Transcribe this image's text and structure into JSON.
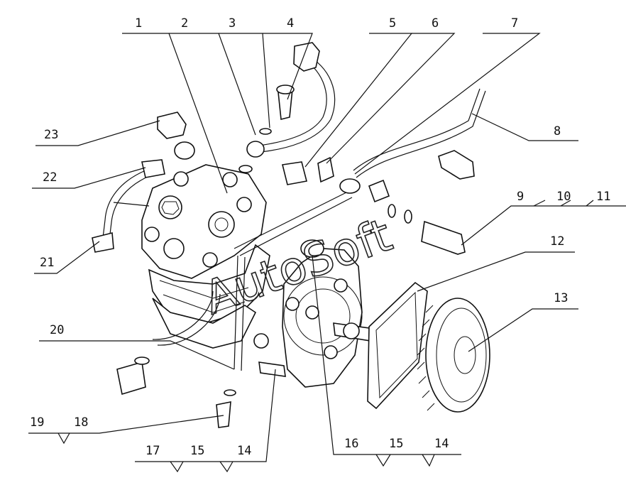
{
  "callouts": [
    {
      "id": "c1",
      "label": "1"
    },
    {
      "id": "c2",
      "label": "2"
    },
    {
      "id": "c3",
      "label": "3"
    },
    {
      "id": "c4",
      "label": "4"
    },
    {
      "id": "c5",
      "label": "5"
    },
    {
      "id": "c6",
      "label": "6"
    },
    {
      "id": "c7",
      "label": "7"
    },
    {
      "id": "c8",
      "label": "8"
    },
    {
      "id": "c9",
      "label": "9"
    },
    {
      "id": "c10",
      "label": "10"
    },
    {
      "id": "c11",
      "label": "11"
    },
    {
      "id": "c12",
      "label": "12"
    },
    {
      "id": "c13",
      "label": "13"
    },
    {
      "id": "c14a",
      "label": "14"
    },
    {
      "id": "c15a",
      "label": "15"
    },
    {
      "id": "c16",
      "label": "16"
    },
    {
      "id": "c14b",
      "label": "14"
    },
    {
      "id": "c15b",
      "label": "15"
    },
    {
      "id": "c17",
      "label": "17"
    },
    {
      "id": "c18",
      "label": "18"
    },
    {
      "id": "c19",
      "label": "19"
    },
    {
      "id": "c20",
      "label": "20"
    },
    {
      "id": "c21",
      "label": "21"
    },
    {
      "id": "c22",
      "label": "22"
    },
    {
      "id": "c23",
      "label": "23"
    }
  ],
  "watermark": "AutoSoft"
}
